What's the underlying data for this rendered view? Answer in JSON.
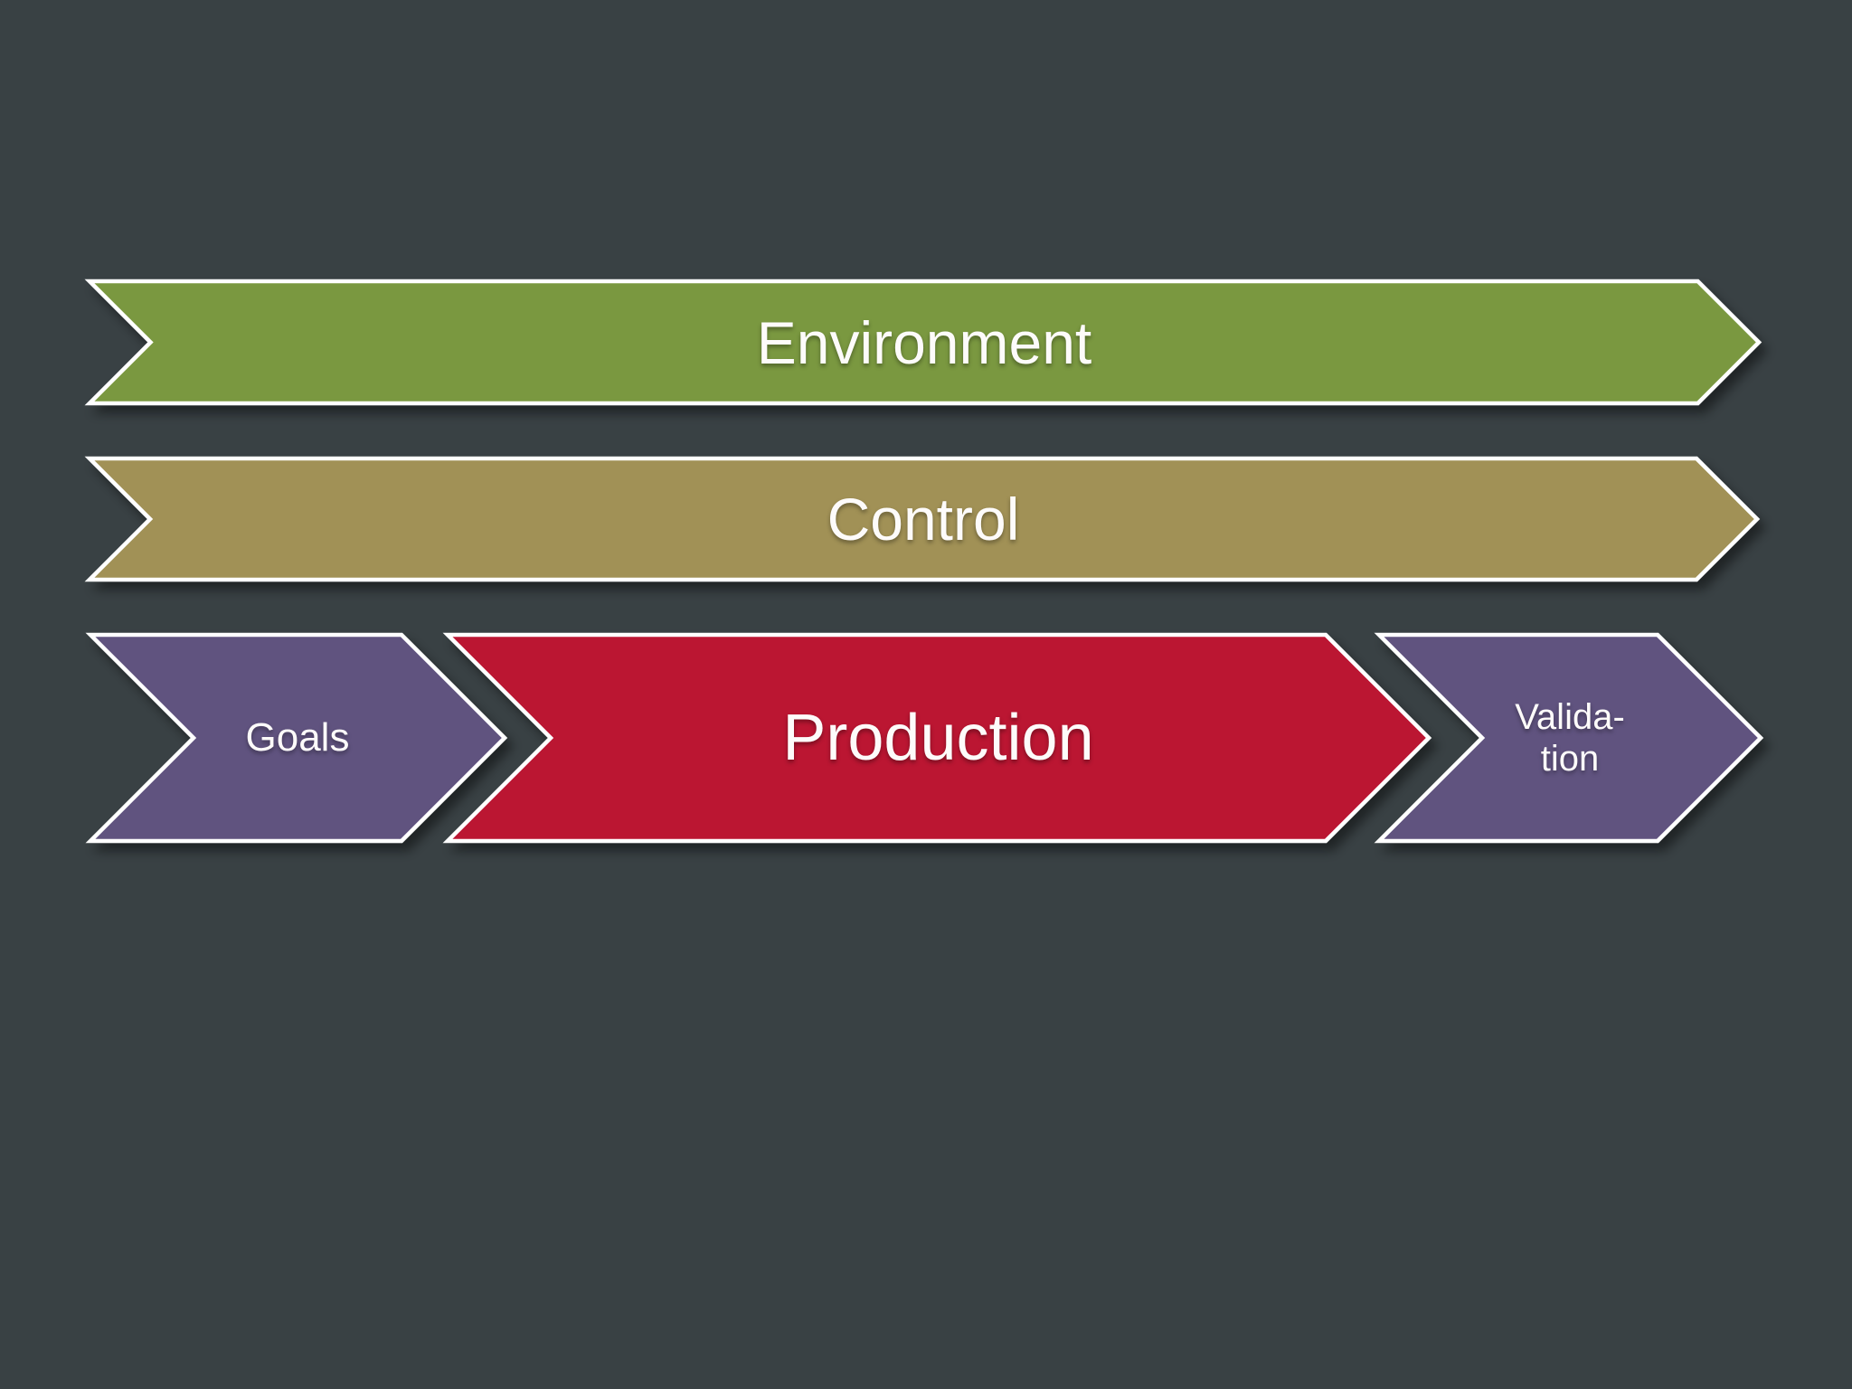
{
  "slide": {
    "background_color": "#394144",
    "outline_color": "#ffffff",
    "text_color": "#fdfbfa"
  },
  "arrows": {
    "environment": {
      "label": "Environment",
      "color": "#7a9840"
    },
    "control": {
      "label": "Control",
      "color": "#a19157"
    },
    "goals": {
      "label": "Goals",
      "color": "#60527f"
    },
    "production": {
      "label": "Production",
      "color": "#bb1233"
    },
    "validation": {
      "label_lines": [
        "Valida-",
        "tion"
      ],
      "color": "#60527f"
    }
  }
}
